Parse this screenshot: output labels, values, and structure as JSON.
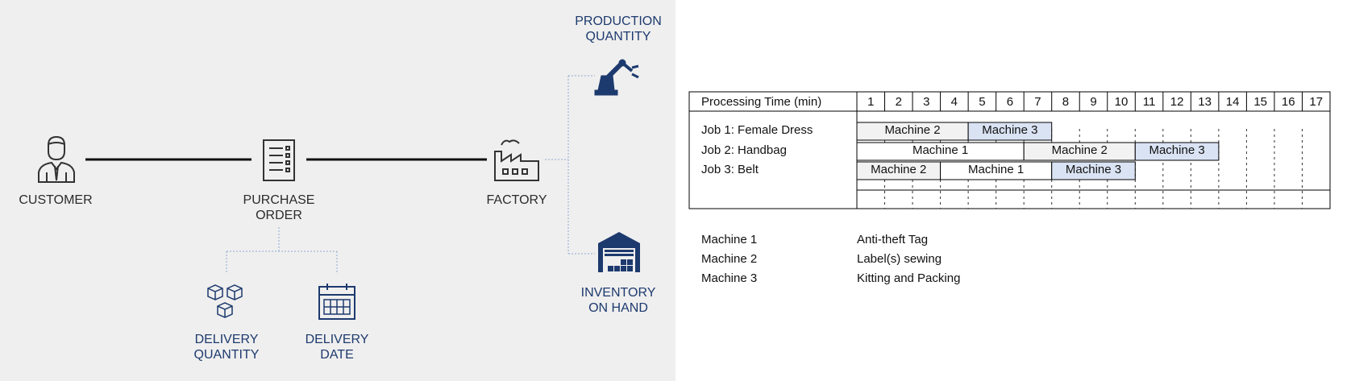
{
  "flow": {
    "customer": "CUSTOMER",
    "purchase_order": [
      "PURCHASE",
      "ORDER"
    ],
    "factory": "FACTORY",
    "production_quantity": [
      "PRODUCTION",
      "QUANTITY"
    ],
    "inventory_on_hand": [
      "INVENTORY",
      "ON HAND"
    ],
    "delivery_quantity": [
      "DELIVERY",
      "QUANTITY"
    ],
    "delivery_date": [
      "DELIVERY",
      "DATE"
    ]
  },
  "colors": {
    "left_bg": "#efefef",
    "dark_label": "#2b2b2b",
    "blue_label": "#1d3a6e",
    "machine_gray": "#f2f2f2",
    "machine_blue": "#dae3f3"
  },
  "gantt": {
    "header_label": "Processing Time (min)",
    "time_units": [
      "1",
      "2",
      "3",
      "4",
      "5",
      "6",
      "7",
      "8",
      "9",
      "10",
      "11",
      "12",
      "13",
      "14",
      "15",
      "16",
      "17"
    ],
    "jobs": [
      {
        "label": "Job 1: Female Dress",
        "blocks": [
          {
            "machine": "Machine 2",
            "start": 1,
            "end": 4,
            "style": "gray"
          },
          {
            "machine": "Machine 3",
            "start": 5,
            "end": 7,
            "style": "blue"
          }
        ]
      },
      {
        "label": "Job 2: Handbag",
        "blocks": [
          {
            "machine": "Machine 1",
            "start": 1,
            "end": 6,
            "style": "white"
          },
          {
            "machine": "Machine 2",
            "start": 7,
            "end": 10,
            "style": "gray"
          },
          {
            "machine": "Machine 3",
            "start": 11,
            "end": 13,
            "style": "blue"
          }
        ]
      },
      {
        "label": "Job 3: Belt",
        "blocks": [
          {
            "machine": "Machine 2",
            "start": 1,
            "end": 3,
            "style": "gray"
          },
          {
            "machine": "Machine 1",
            "start": 4,
            "end": 7,
            "style": "white"
          },
          {
            "machine": "Machine 3",
            "start": 8,
            "end": 10,
            "style": "blue"
          }
        ]
      }
    ]
  },
  "legend": [
    {
      "machine": "Machine 1",
      "task": "Anti-theft Tag"
    },
    {
      "machine": "Machine 2",
      "task": "Label(s) sewing"
    },
    {
      "machine": "Machine 3",
      "task": "Kitting and Packing"
    }
  ]
}
